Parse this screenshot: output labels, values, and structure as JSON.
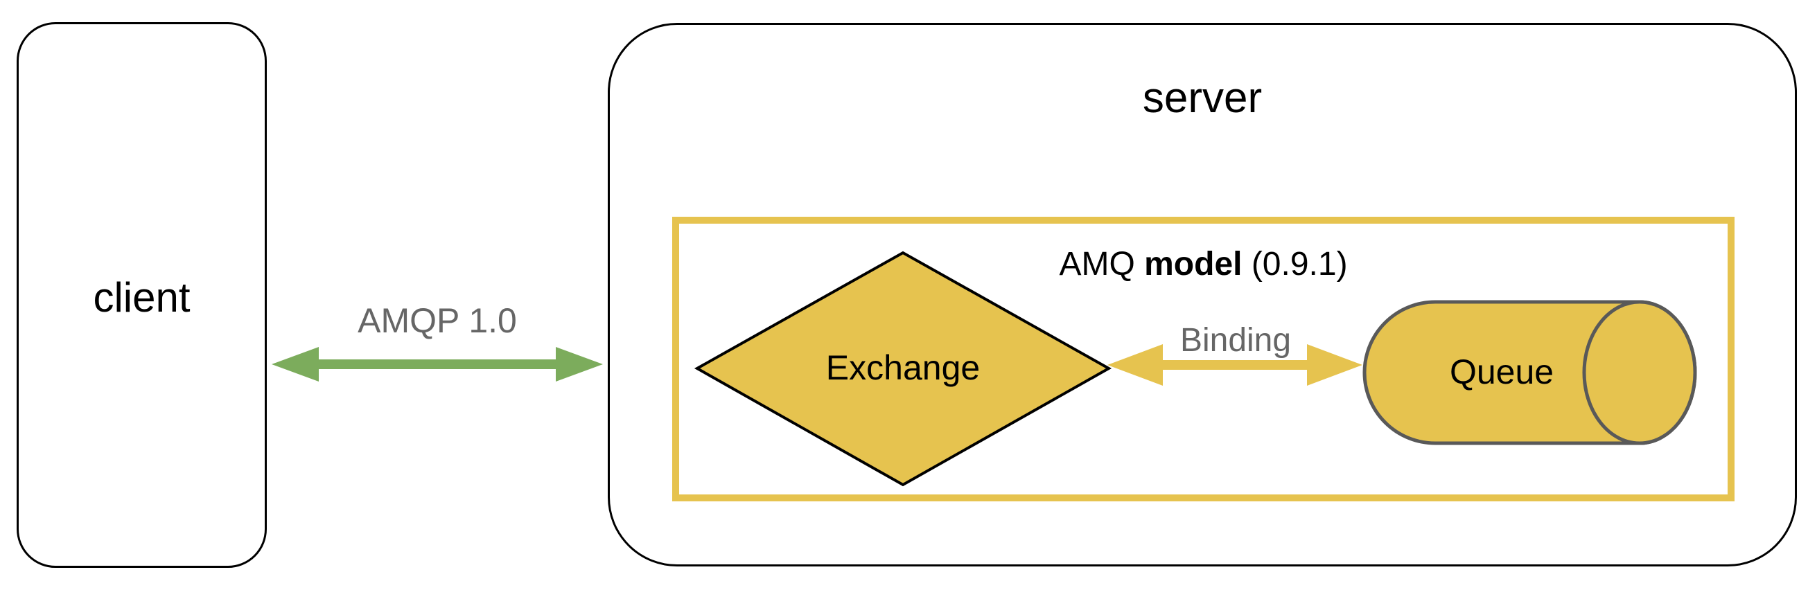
{
  "client": {
    "label": "client"
  },
  "server": {
    "label": "server"
  },
  "connection": {
    "label": "AMQP 1.0"
  },
  "model": {
    "prefix": "AMQ ",
    "bold": "model",
    "suffix": " (0.9.1)"
  },
  "exchange": {
    "label": "Exchange"
  },
  "binding": {
    "label": "Binding"
  },
  "queue": {
    "label": "Queue"
  },
  "colors": {
    "yellow": "#E6C34F",
    "green": "#7CAC5C",
    "gray_text": "#666666",
    "black": "#000000",
    "cylinder_outline": "#595959",
    "background": "#FFFFFF"
  }
}
